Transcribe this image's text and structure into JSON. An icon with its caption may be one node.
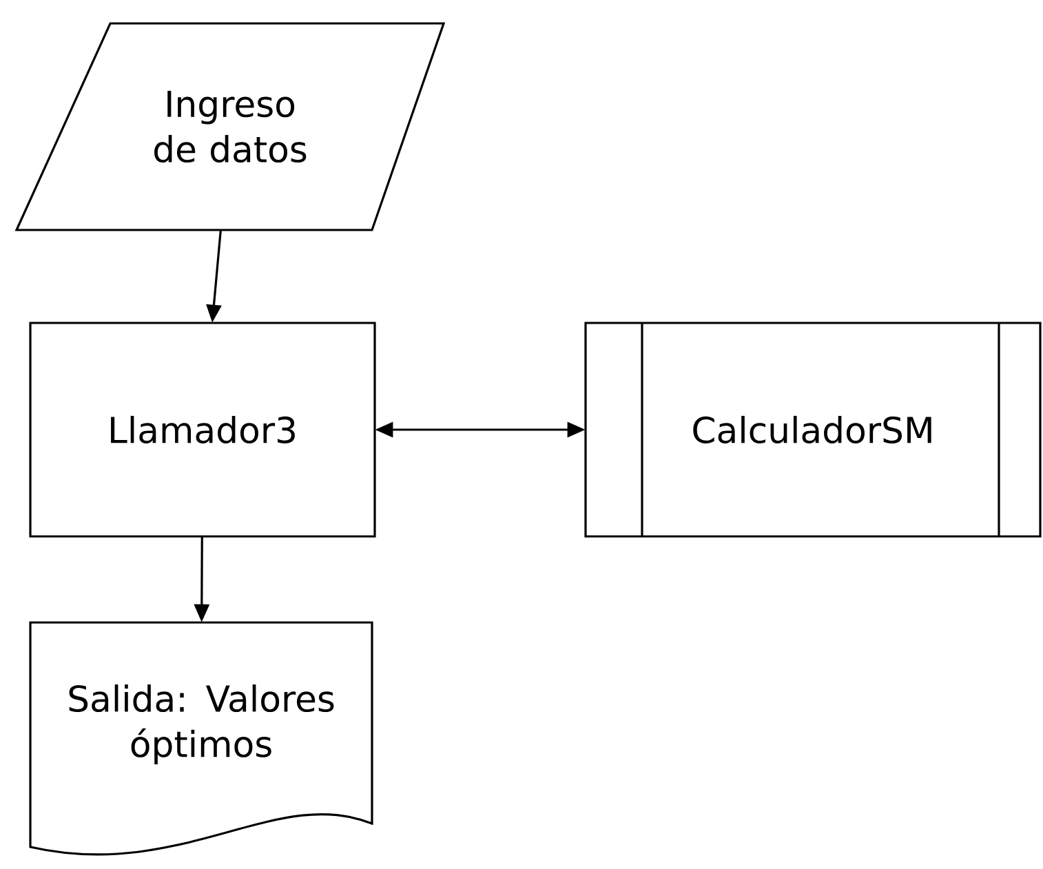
{
  "diagram": {
    "nodes": [
      {
        "text": [
          "Ingreso de datos"
        ]
      },
      {
        "text": [
          "Llamador3"
        ]
      },
      {
        "text": [
          "CalculadorSM"
        ]
      },
      {
        "text": [
          "Salida: Valores óptimos"
        ]
      }
    ],
    "edges": [
      {
        "from": 0,
        "to": 1,
        "arrow": "to"
      },
      {
        "from": 1,
        "to": 2,
        "arrow": "both"
      },
      {
        "from": 1,
        "to": 3,
        "arrow": "to"
      }
    ]
  }
}
